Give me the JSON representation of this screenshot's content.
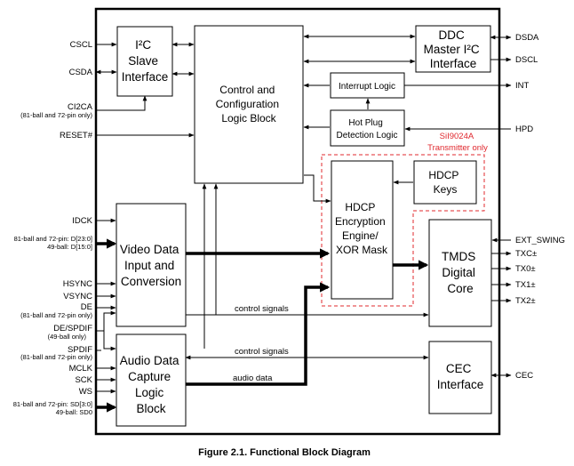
{
  "caption": "Figure 2.1. Functional Block Diagram",
  "blocks": {
    "i2c_slave": [
      "I²C",
      "Slave",
      "Interface"
    ],
    "control": [
      "Control and",
      "Configuration",
      "Logic Block"
    ],
    "ddc_master": [
      "DDC",
      "Master I²C",
      "Interface"
    ],
    "interrupt": "Interrupt Logic",
    "hot_plug": [
      "Hot Plug",
      "Detection Logic"
    ],
    "hdcp_keys": [
      "HDCP",
      "Keys"
    ],
    "hdcp_engine": [
      "HDCP",
      "Encryption",
      "Engine/",
      "XOR Mask"
    ],
    "tmds": [
      "TMDS",
      "Digital",
      "Core"
    ],
    "video": [
      "Video Data",
      "Input and",
      "Conversion"
    ],
    "audio": [
      "Audio Data",
      "Capture",
      "Logic",
      "Block"
    ],
    "cec": [
      "CEC",
      "Interface"
    ]
  },
  "transmitter_label": [
    "SiI9024A",
    "Transmitter only"
  ],
  "internal_labels": {
    "control_signals_1": "control signals",
    "control_signals_2": "control signals",
    "audio_data": "audio data"
  },
  "left_signals": {
    "cscl": "CSCL",
    "csda": "CSDA",
    "ci2ca": "CI2CA",
    "ci2ca_note": "(81-ball and 72-pin only)",
    "reset": "RESET#",
    "idck": "IDCK",
    "d_81": "81-ball and 72-pin: D[23:0]",
    "d_49": "49-ball: D[15:0]",
    "hsync": "HSYNC",
    "vsync": "VSYNC",
    "de": "DE",
    "de_note": "(81-ball and 72-pin only)",
    "de_spdif": "DE/SPDIF",
    "de_spdif_note": "(49-ball only)",
    "spdif": "SPDIF",
    "spdif_note": "(81-ball and 72-pin only)",
    "mclk": "MCLK",
    "sck": "SCK",
    "ws": "WS",
    "sd_81": "81-ball and 72-pin: SD[3:0]",
    "sd_49": "49-ball: SD0"
  },
  "right_signals": {
    "dsda": "DSDA",
    "dscl": "DSCL",
    "int": "INT",
    "hpd": "HPD",
    "ext_swing": "EXT_SWING",
    "txc": "TXC±",
    "tx0": "TX0±",
    "tx1": "TX1±",
    "tx2": "TX2±",
    "cec": "CEC"
  }
}
